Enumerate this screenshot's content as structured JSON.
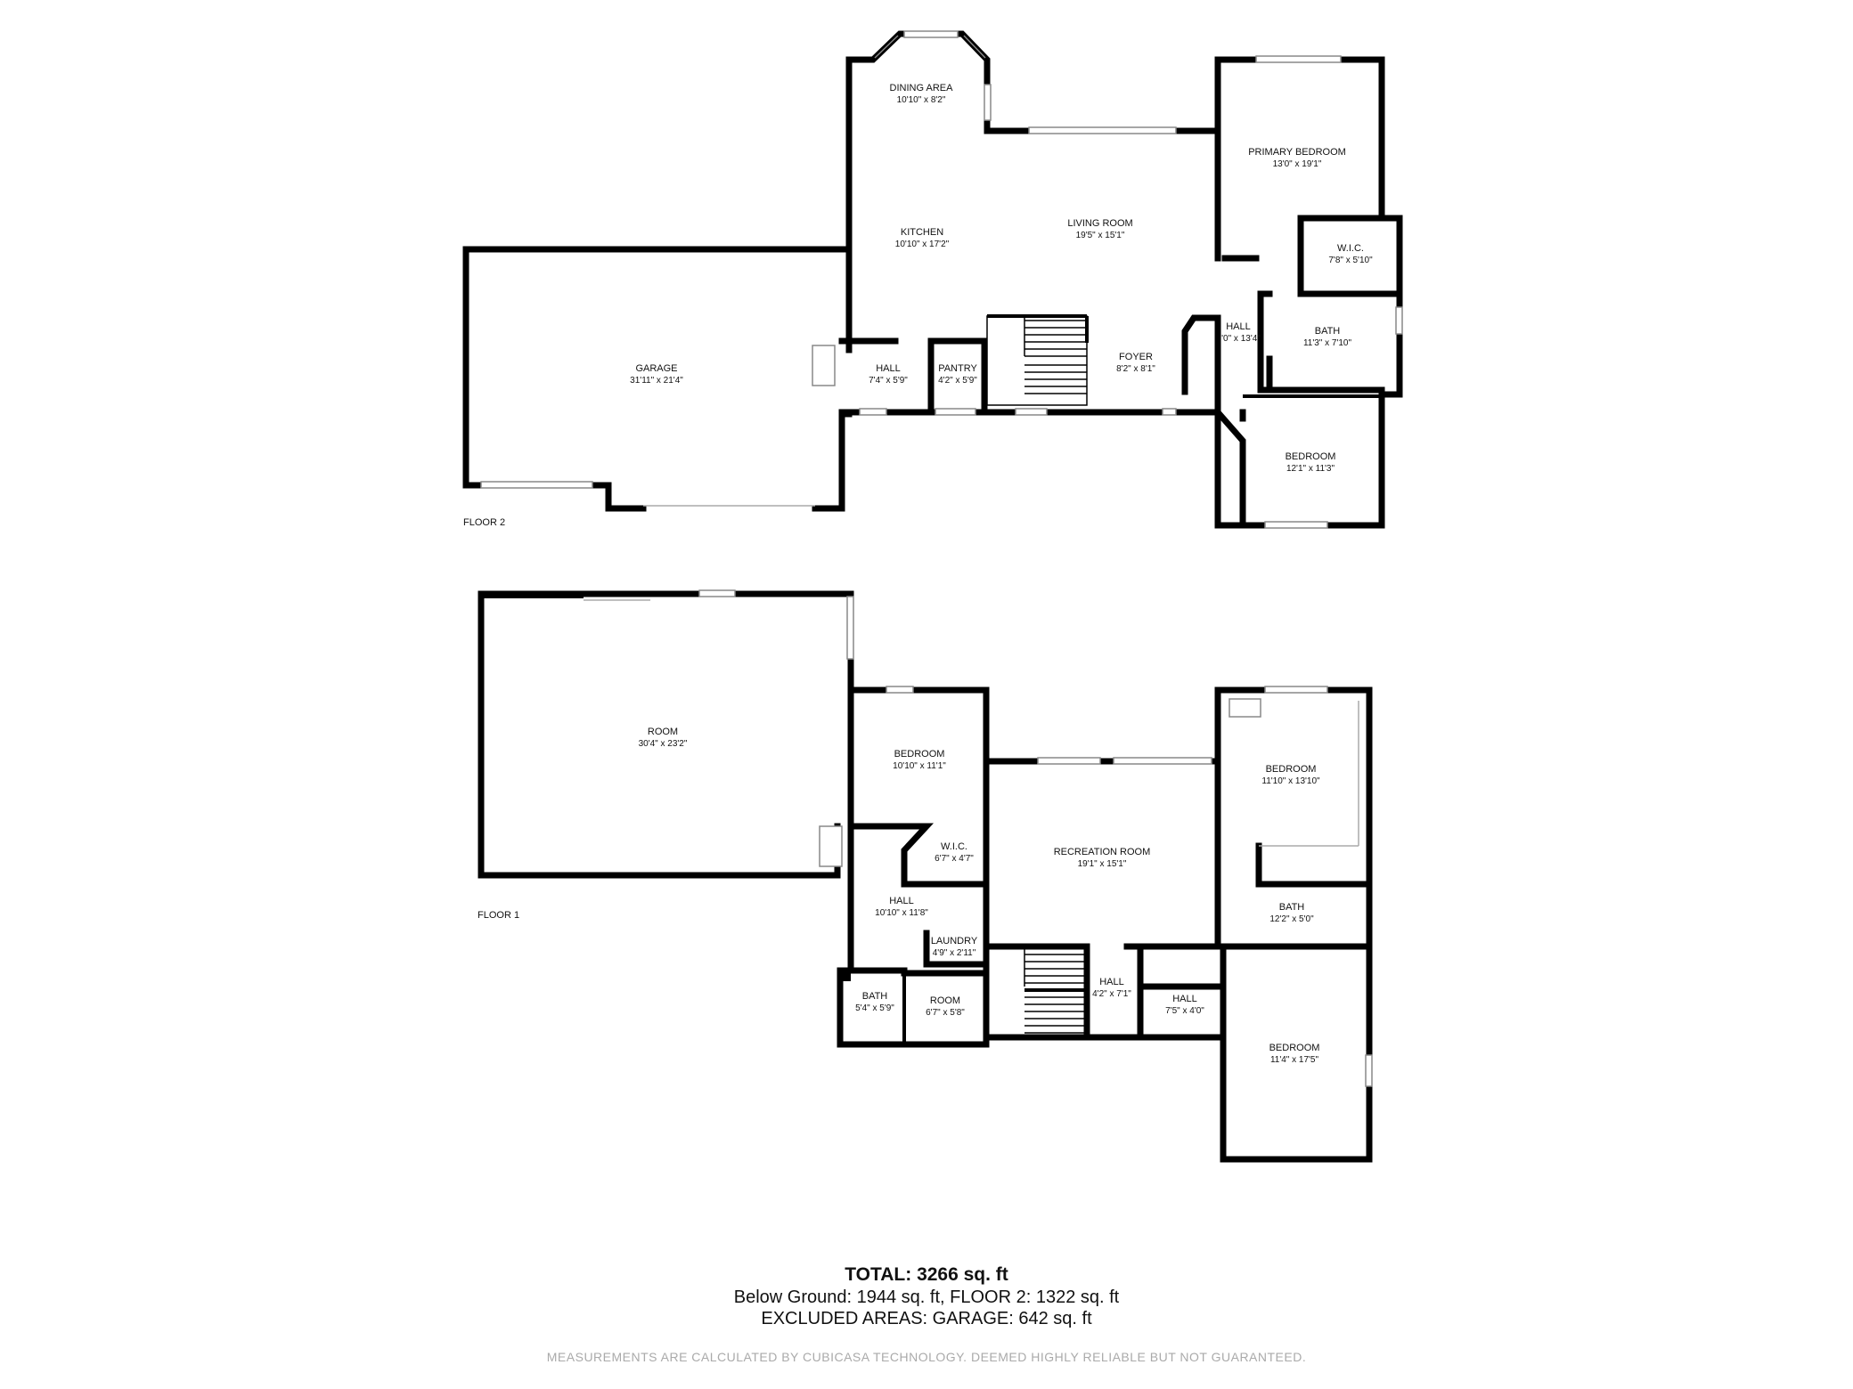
{
  "floors": [
    {
      "label": "FLOOR 2",
      "rooms": [
        {
          "name": "DINING AREA",
          "dims": "10'10\" x 8'2\""
        },
        {
          "name": "KITCHEN",
          "dims": "10'10\" x 17'2\""
        },
        {
          "name": "LIVING ROOM",
          "dims": "19'5\" x 15'1\""
        },
        {
          "name": "PRIMARY BEDROOM",
          "dims": "13'0\" x 19'1\""
        },
        {
          "name": "W.I.C.",
          "dims": "7'8\" x 5'10\""
        },
        {
          "name": "GARAGE",
          "dims": "31'11\" x 21'4\""
        },
        {
          "name": "HALL",
          "dims": "7'4\" x 5'9\""
        },
        {
          "name": "PANTRY",
          "dims": "4'2\" x 5'9\""
        },
        {
          "name": "FOYER",
          "dims": "8'2\" x 8'1\""
        },
        {
          "name": "HALL",
          "dims": "'0\" x 13'4\""
        },
        {
          "name": "BATH",
          "dims": "11'3\" x 7'10\""
        },
        {
          "name": "BEDROOM",
          "dims": "12'1\" x 11'3\""
        }
      ]
    },
    {
      "label": "FLOOR 1",
      "rooms": [
        {
          "name": "ROOM",
          "dims": "30'4\" x 23'2\""
        },
        {
          "name": "BEDROOM",
          "dims": "10'10\" x 11'1\""
        },
        {
          "name": "W.I.C.",
          "dims": "6'7\" x 4'7\""
        },
        {
          "name": "RECREATION ROOM",
          "dims": "19'1\" x 15'1\""
        },
        {
          "name": "BEDROOM",
          "dims": "11'10\" x 13'10\""
        },
        {
          "name": "HALL",
          "dims": "10'10\" x 11'8\""
        },
        {
          "name": "LAUNDRY",
          "dims": "4'9\" x 2'11\""
        },
        {
          "name": "BATH",
          "dims": "12'2\" x 5'0\""
        },
        {
          "name": "BATH",
          "dims": "5'4\" x 5'9\""
        },
        {
          "name": "ROOM",
          "dims": "6'7\" x 5'8\""
        },
        {
          "name": "HALL",
          "dims": "4'2\" x 7'1\""
        },
        {
          "name": "HALL",
          "dims": "7'5\" x 4'0\""
        },
        {
          "name": "BEDROOM",
          "dims": "11'4\" x 17'5\""
        }
      ]
    }
  ],
  "summary": {
    "total": "TOTAL: 3266 sq. ft",
    "below": "Below Ground: 1944 sq. ft, FLOOR 2: 1322 sq. ft",
    "excluded": "EXCLUDED AREAS: GARAGE: 642 sq. ft",
    "disclaimer": "MEASUREMENTS ARE CALCULATED BY CUBICASA TECHNOLOGY. DEEMED HIGHLY RELIABLE BUT NOT GUARANTEED."
  }
}
